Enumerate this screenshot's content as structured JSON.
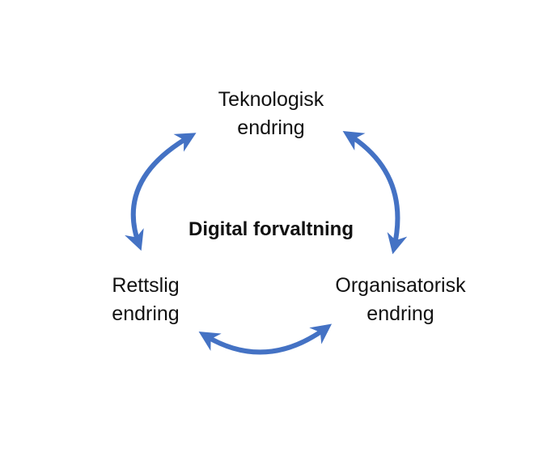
{
  "diagram": {
    "center_title": "Digital forvaltning",
    "nodes": {
      "top": {
        "line1": "Teknologisk",
        "line2": "endring"
      },
      "right": {
        "line1": "Organisatorisk",
        "line2": "endring"
      },
      "left": {
        "line1": "Rettslig",
        "line2": "endring"
      }
    },
    "arrow_color": "#4472C4"
  }
}
